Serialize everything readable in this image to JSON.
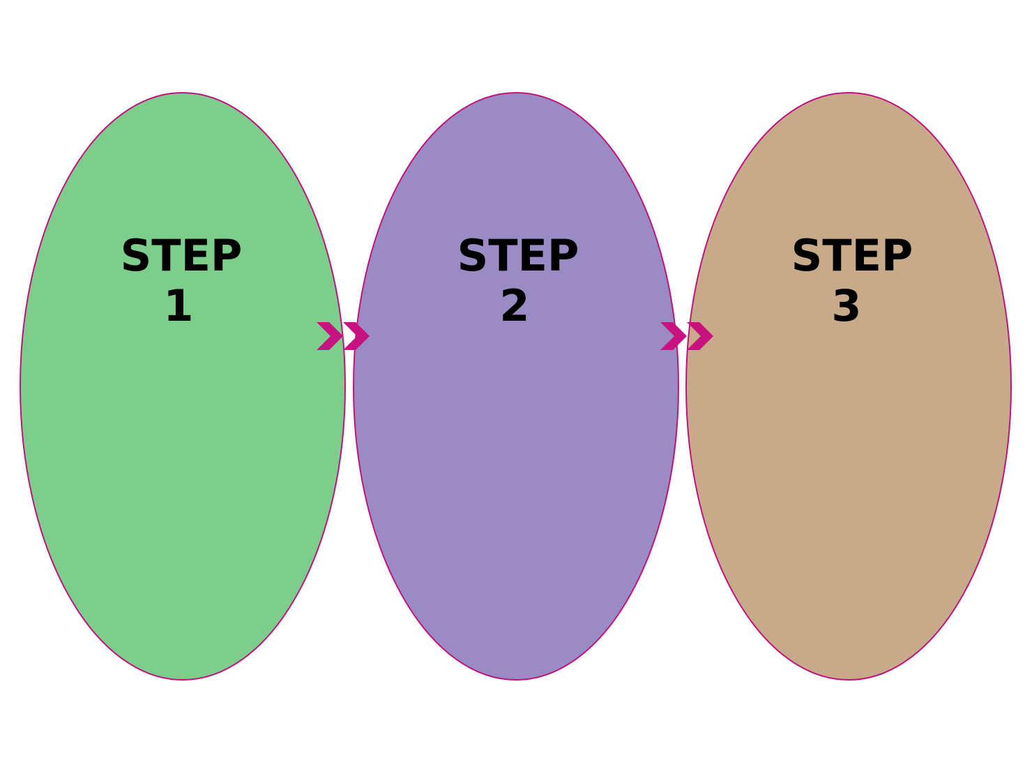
{
  "steps": [
    {
      "line1": "STEP",
      "line2": "1",
      "fill": "#7dce8c"
    },
    {
      "line1": "STEP",
      "line2": "2",
      "fill": "#9b8bc4"
    },
    {
      "line1": "STEP",
      "line2": "3",
      "fill": "#c6aa8a"
    }
  ],
  "colors": {
    "outline": "#c0127f",
    "arrow": "#c8127f",
    "text": "#000000"
  },
  "connector_icon": "double-chevron-right-icon"
}
